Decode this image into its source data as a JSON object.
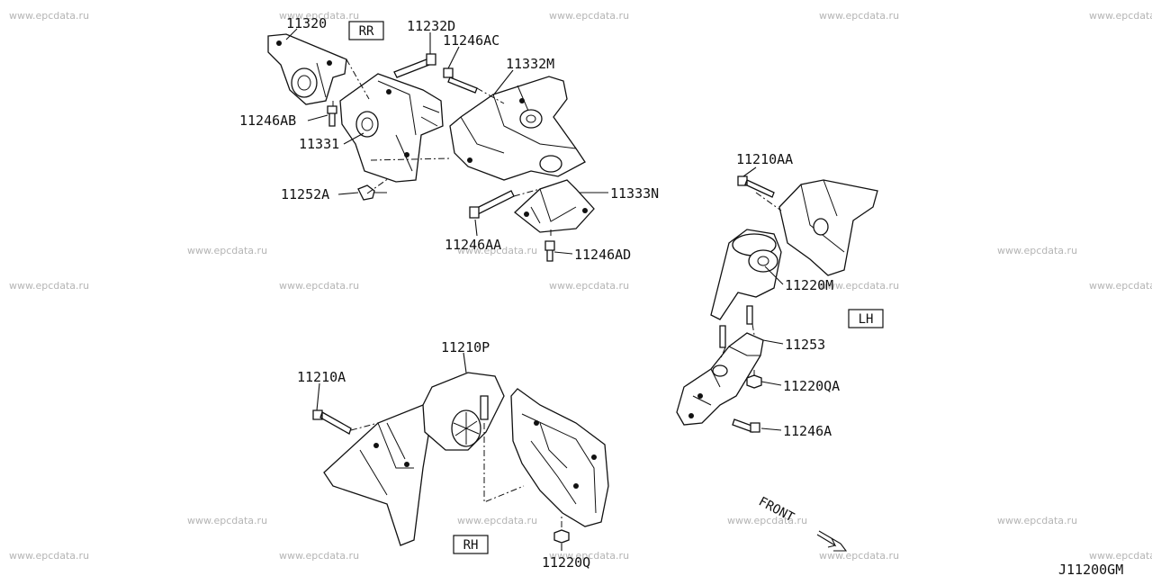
{
  "watermark": "www.epcdata.ru",
  "diagram_code": "J11200GM",
  "sections": {
    "rr": "RR",
    "lh": "LH",
    "rh": "RH"
  },
  "front_label": "FRONT",
  "parts": {
    "p11320": "11320",
    "p11232D": "11232D",
    "p11246AC": "11246AC",
    "p11332M": "11332M",
    "p11246AB": "11246AB",
    "p11331": "11331",
    "p11252A": "11252A",
    "p11333N": "11333N",
    "p11246AA": "11246AA",
    "p11246AD": "11246AD",
    "p11210AA": "11210AA",
    "p11220M": "11220M",
    "p11253": "11253",
    "p11220QA": "11220QA",
    "p11246A": "11246A",
    "p11210P": "11210P",
    "p11210A": "11210A",
    "p11220Q": "11220Q"
  }
}
